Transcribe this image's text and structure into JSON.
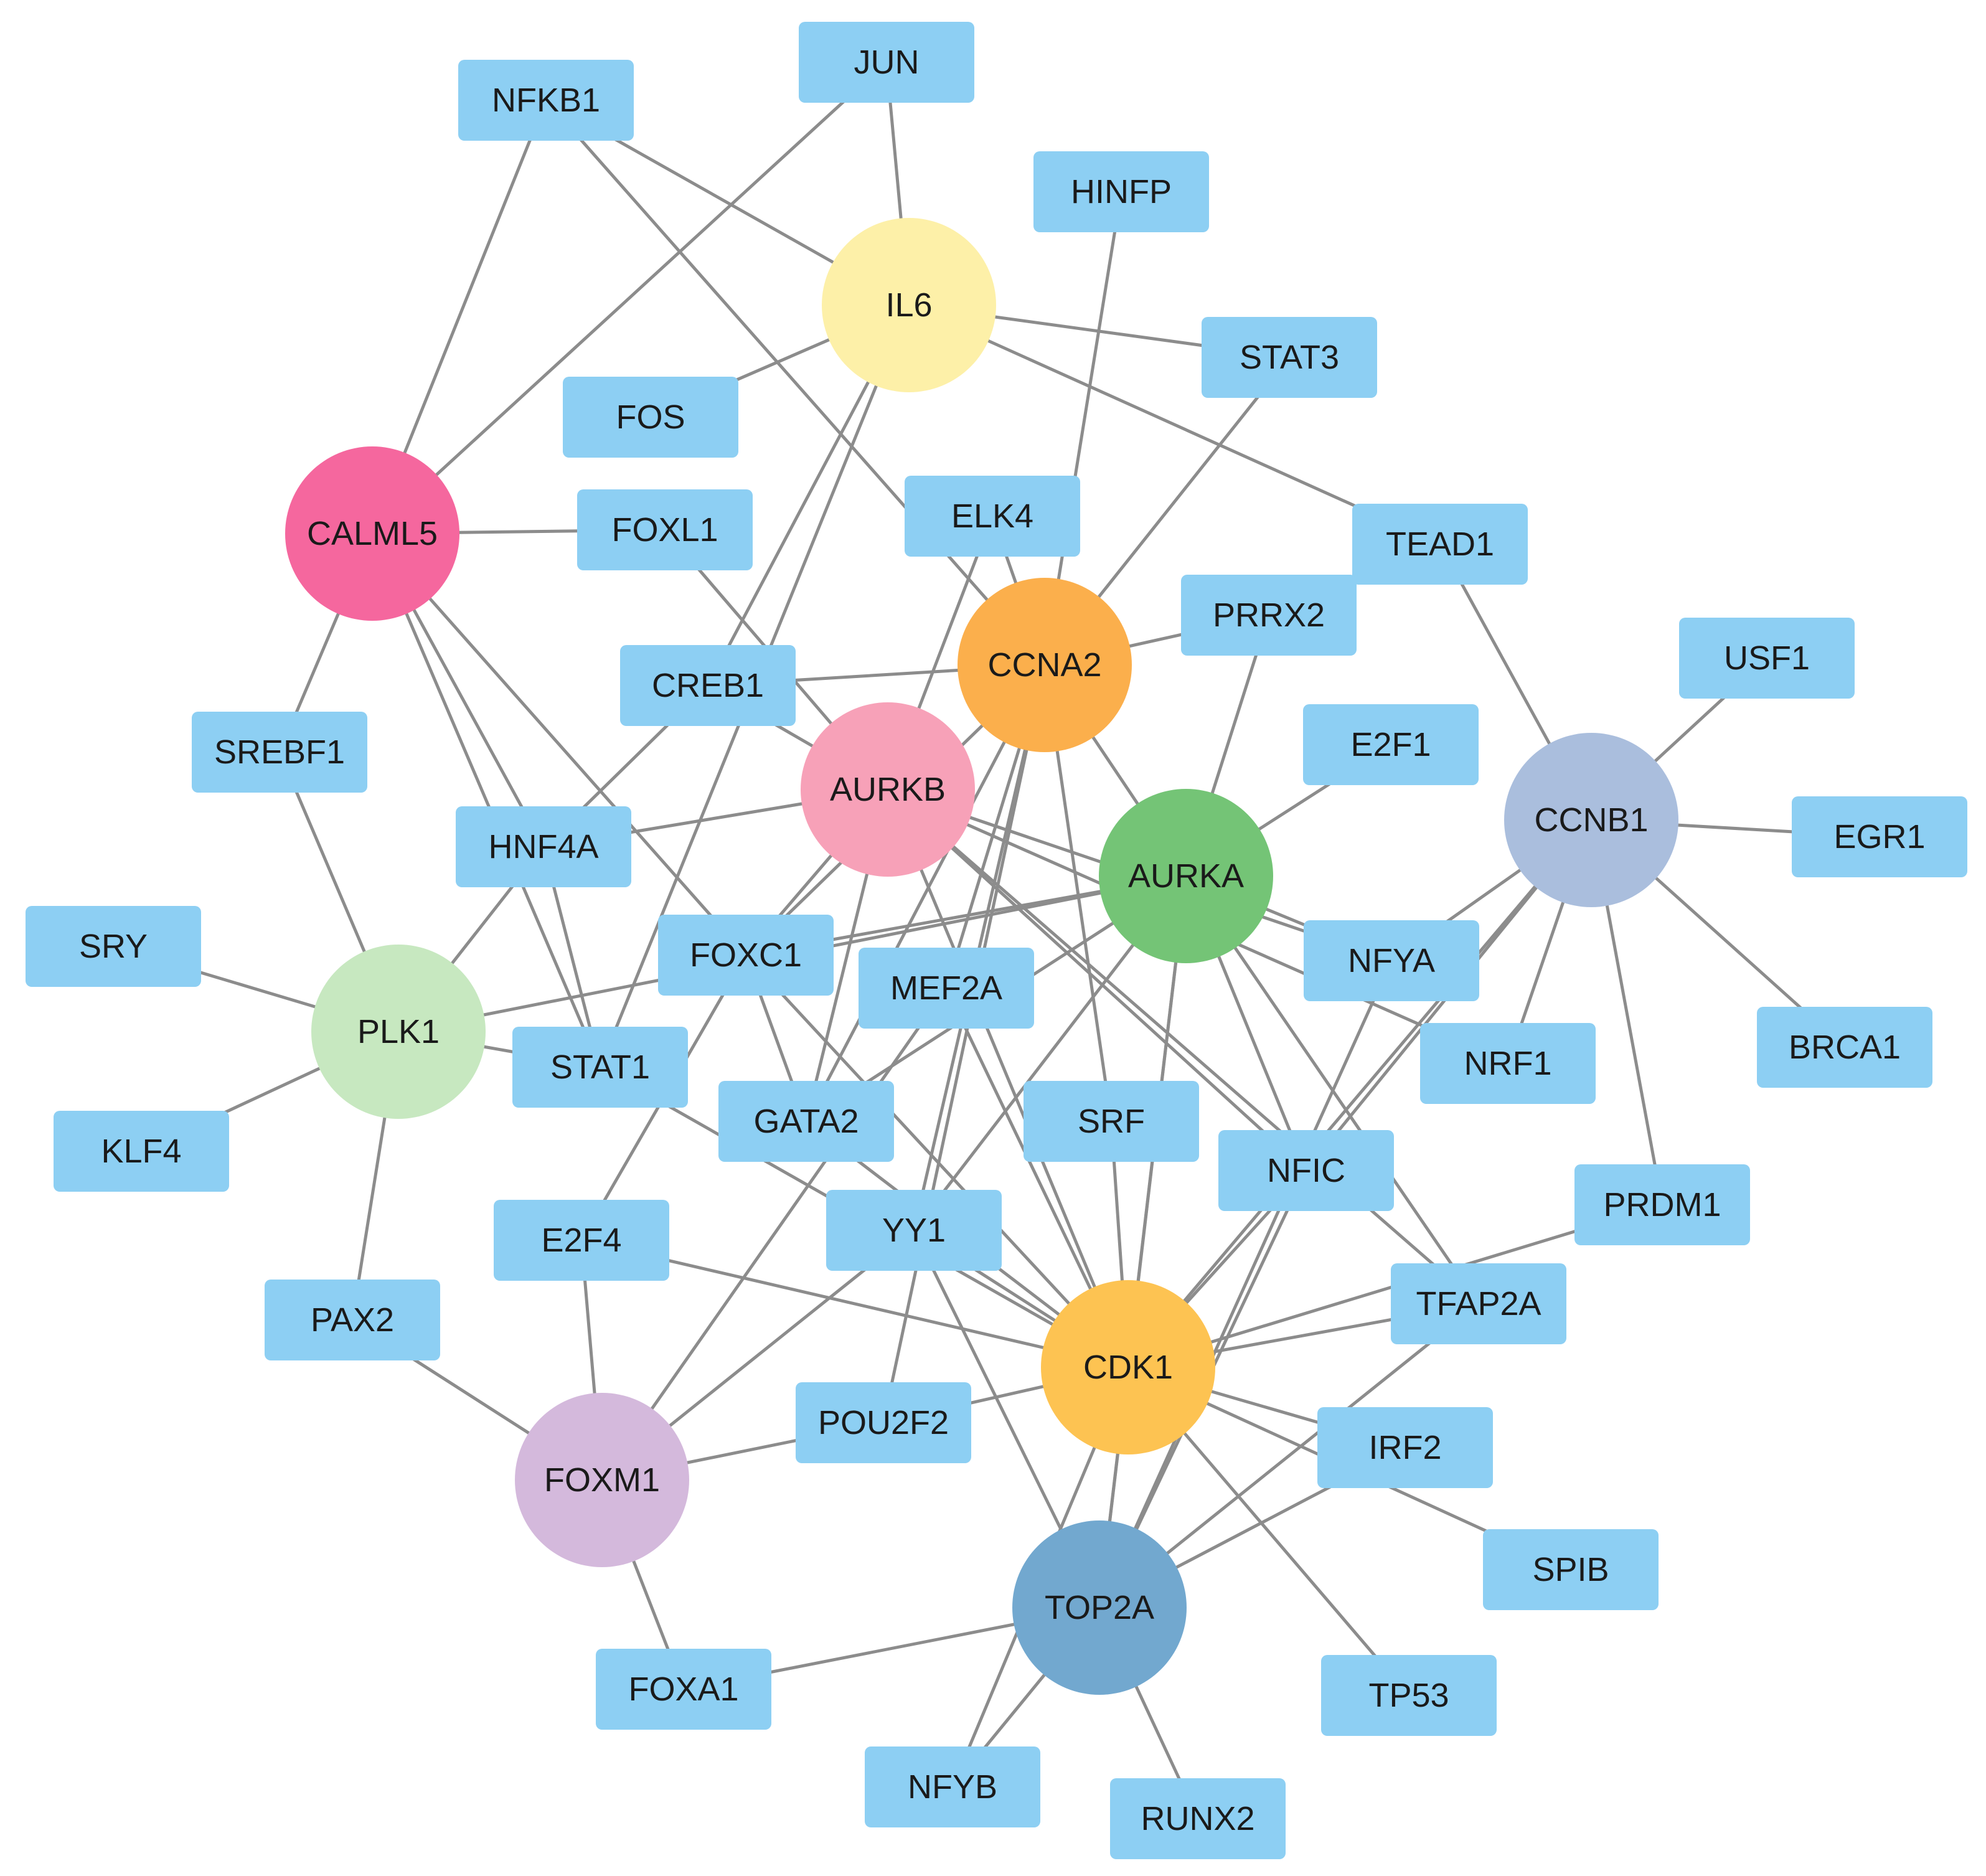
{
  "colors": {
    "tf_fill": "#8dcff3",
    "edge": "#8c8c8c",
    "label_text": "#1a1a1a"
  },
  "hubs": [
    {
      "id": "IL6",
      "label": "IL6",
      "color": "#fdf0a8"
    },
    {
      "id": "CALML5",
      "label": "CALML5",
      "color": "#f5679e"
    },
    {
      "id": "CCNA2",
      "label": "CCNA2",
      "color": "#fbaf4c"
    },
    {
      "id": "AURKB",
      "label": "AURKB",
      "color": "#f7a1b8"
    },
    {
      "id": "AURKA",
      "label": "AURKA",
      "color": "#74c476"
    },
    {
      "id": "CCNB1",
      "label": "CCNB1",
      "color": "#aabedd"
    },
    {
      "id": "PLK1",
      "label": "PLK1",
      "color": "#c7e8c0"
    },
    {
      "id": "CDK1",
      "label": "CDK1",
      "color": "#fdc352"
    },
    {
      "id": "FOXM1",
      "label": "FOXM1",
      "color": "#d4b9dc"
    },
    {
      "id": "TOP2A",
      "label": "TOP2A",
      "color": "#72a8cf"
    }
  ],
  "transcription_factors": [
    {
      "id": "JUN",
      "label": "JUN"
    },
    {
      "id": "NFKB1",
      "label": "NFKB1"
    },
    {
      "id": "HINFP",
      "label": "HINFP"
    },
    {
      "id": "STAT3",
      "label": "STAT3"
    },
    {
      "id": "FOS",
      "label": "FOS"
    },
    {
      "id": "FOXL1",
      "label": "FOXL1"
    },
    {
      "id": "ELK4",
      "label": "ELK4"
    },
    {
      "id": "TEAD1",
      "label": "TEAD1"
    },
    {
      "id": "PRRX2",
      "label": "PRRX2"
    },
    {
      "id": "CREB1",
      "label": "CREB1"
    },
    {
      "id": "USF1",
      "label": "USF1"
    },
    {
      "id": "E2F1",
      "label": "E2F1"
    },
    {
      "id": "SREBF1",
      "label": "SREBF1"
    },
    {
      "id": "HNF4A",
      "label": "HNF4A"
    },
    {
      "id": "EGR1",
      "label": "EGR1"
    },
    {
      "id": "SRY",
      "label": "SRY"
    },
    {
      "id": "FOXC1",
      "label": "FOXC1"
    },
    {
      "id": "MEF2A",
      "label": "MEF2A"
    },
    {
      "id": "NFYA",
      "label": "NFYA"
    },
    {
      "id": "BRCA1",
      "label": "BRCA1"
    },
    {
      "id": "STAT1",
      "label": "STAT1"
    },
    {
      "id": "NRF1",
      "label": "NRF1"
    },
    {
      "id": "GATA2",
      "label": "GATA2"
    },
    {
      "id": "SRF",
      "label": "SRF"
    },
    {
      "id": "KLF4",
      "label": "KLF4"
    },
    {
      "id": "NFIC",
      "label": "NFIC"
    },
    {
      "id": "PRDM1",
      "label": "PRDM1"
    },
    {
      "id": "E2F4",
      "label": "E2F4"
    },
    {
      "id": "YY1",
      "label": "YY1"
    },
    {
      "id": "TFAP2A",
      "label": "TFAP2A"
    },
    {
      "id": "PAX2",
      "label": "PAX2"
    },
    {
      "id": "POU2F2",
      "label": "POU2F2"
    },
    {
      "id": "IRF2",
      "label": "IRF2"
    },
    {
      "id": "SPIB",
      "label": "SPIB"
    },
    {
      "id": "FOXA1",
      "label": "FOXA1"
    },
    {
      "id": "TP53",
      "label": "TP53"
    },
    {
      "id": "NFYB",
      "label": "NFYB"
    },
    {
      "id": "RUNX2",
      "label": "RUNX2"
    }
  ],
  "edges": [
    [
      "IL6",
      "JUN"
    ],
    [
      "IL6",
      "NFKB1"
    ],
    [
      "IL6",
      "FOS"
    ],
    [
      "IL6",
      "STAT3"
    ],
    [
      "IL6",
      "TEAD1"
    ],
    [
      "IL6",
      "CREB1"
    ],
    [
      "IL6",
      "STAT1"
    ],
    [
      "CALML5",
      "NFKB1"
    ],
    [
      "CALML5",
      "JUN"
    ],
    [
      "CALML5",
      "FOXL1"
    ],
    [
      "CALML5",
      "SREBF1"
    ],
    [
      "CALML5",
      "HNF4A"
    ],
    [
      "CALML5",
      "FOXC1"
    ],
    [
      "CALML5",
      "STAT1"
    ],
    [
      "CCNA2",
      "CREB1"
    ],
    [
      "CCNA2",
      "PRRX2"
    ],
    [
      "CCNA2",
      "STAT3"
    ],
    [
      "CCNA2",
      "HINFP"
    ],
    [
      "CCNA2",
      "NFKB1"
    ],
    [
      "CCNA2",
      "ELK4"
    ],
    [
      "CCNA2",
      "AURKA"
    ],
    [
      "CCNA2",
      "MEF2A"
    ],
    [
      "CCNA2",
      "YY1"
    ],
    [
      "CCNA2",
      "GATA2"
    ],
    [
      "CCNA2",
      "FOXC1"
    ],
    [
      "CCNA2",
      "SRF"
    ],
    [
      "CCNA2",
      "POU2F2"
    ],
    [
      "AURKB",
      "FOXL1"
    ],
    [
      "AURKB",
      "CREB1"
    ],
    [
      "AURKB",
      "HNF4A"
    ],
    [
      "AURKB",
      "NFYA"
    ],
    [
      "AURKB",
      "NRF1"
    ],
    [
      "AURKB",
      "NFIC"
    ],
    [
      "AURKB",
      "FOXC1"
    ],
    [
      "AURKB",
      "GATA2"
    ],
    [
      "AURKB",
      "CDK1"
    ],
    [
      "AURKB",
      "ELK4"
    ],
    [
      "AURKB",
      "TFAP2A"
    ],
    [
      "AURKA",
      "E2F1"
    ],
    [
      "AURKA",
      "PRRX2"
    ],
    [
      "AURKA",
      "NFYA"
    ],
    [
      "AURKA",
      "PLK1"
    ],
    [
      "AURKA",
      "FOXC1"
    ],
    [
      "AURKA",
      "YY1"
    ],
    [
      "AURKA",
      "CDK1"
    ],
    [
      "AURKA",
      "TOP2A"
    ],
    [
      "AURKA",
      "NFIC"
    ],
    [
      "AURKA",
      "TFAP2A"
    ],
    [
      "AURKA",
      "GATA2"
    ],
    [
      "CCNB1",
      "TEAD1"
    ],
    [
      "CCNB1",
      "USF1"
    ],
    [
      "CCNB1",
      "EGR1"
    ],
    [
      "CCNB1",
      "BRCA1"
    ],
    [
      "CCNB1",
      "PRDM1"
    ],
    [
      "CCNB1",
      "NFYA"
    ],
    [
      "CCNB1",
      "NRF1"
    ],
    [
      "CCNB1",
      "NFIC"
    ],
    [
      "CCNB1",
      "CDK1"
    ],
    [
      "PLK1",
      "SREBF1"
    ],
    [
      "PLK1",
      "SRY"
    ],
    [
      "PLK1",
      "KLF4"
    ],
    [
      "PLK1",
      "HNF4A"
    ],
    [
      "PLK1",
      "STAT1"
    ],
    [
      "PLK1",
      "PAX2"
    ],
    [
      "CDK1",
      "E2F4"
    ],
    [
      "CDK1",
      "YY1"
    ],
    [
      "CDK1",
      "GATA2"
    ],
    [
      "CDK1",
      "MEF2A"
    ],
    [
      "CDK1",
      "SRF"
    ],
    [
      "CDK1",
      "STAT1"
    ],
    [
      "CDK1",
      "FOXC1"
    ],
    [
      "CDK1",
      "NFIC"
    ],
    [
      "CDK1",
      "PRDM1"
    ],
    [
      "CDK1",
      "TFAP2A"
    ],
    [
      "CDK1",
      "POU2F2"
    ],
    [
      "CDK1",
      "IRF2"
    ],
    [
      "CDK1",
      "SPIB"
    ],
    [
      "CDK1",
      "TP53"
    ],
    [
      "CDK1",
      "TOP2A"
    ],
    [
      "CDK1",
      "NFYB"
    ],
    [
      "FOXM1",
      "E2F4"
    ],
    [
      "FOXM1",
      "PAX2"
    ],
    [
      "FOXM1",
      "POU2F2"
    ],
    [
      "FOXM1",
      "YY1"
    ],
    [
      "FOXM1",
      "FOXA1"
    ],
    [
      "FOXM1",
      "MEF2A"
    ],
    [
      "TOP2A",
      "FOXA1"
    ],
    [
      "TOP2A",
      "NFYB"
    ],
    [
      "TOP2A",
      "RUNX2"
    ],
    [
      "TOP2A",
      "YY1"
    ],
    [
      "TOP2A",
      "NFIC"
    ],
    [
      "TOP2A",
      "TFAP2A"
    ],
    [
      "TOP2A",
      "NFYA"
    ],
    [
      "TOP2A",
      "IRF2"
    ],
    [
      "HNF4A",
      "CREB1"
    ],
    [
      "HNF4A",
      "STAT1"
    ],
    [
      "E2F4",
      "FOXC1"
    ],
    [
      "FOXC1",
      "GATA2"
    ]
  ]
}
